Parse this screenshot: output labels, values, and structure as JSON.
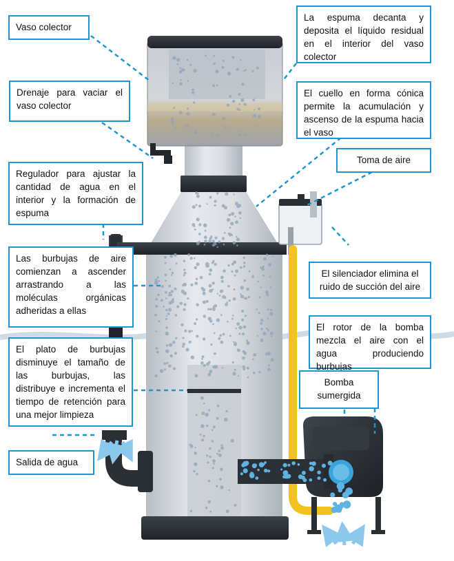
{
  "labels": {
    "vaso_colector": "Vaso colector",
    "drenaje": "Drenaje para vaciar el vaso colector",
    "regulador": "Regulador para ajustar la cantidad de agua en el interior y la formación de espuma",
    "burbujas": "Las burbujas de aire comienzan a ascender arrastrando a las moléculas orgánicas adheridas a ellas",
    "plato": "El plato de burbujas disminuye el tamaño de las burbujas, las distribuye e incrementa el tiempo de retención para una mejor limpieza",
    "salida": "Salida de agua",
    "espuma_decanta": "La espuma decanta y deposita el líquido residual en el interior del vaso colector",
    "cuello": "El cuello en forma cónica permite la acumulación y ascenso de la espuma hacia el vaso",
    "toma_aire": "Toma de aire",
    "silenciador": "El silenciador elimina el ruido de succión del aire",
    "rotor": "El rotor de la bomba mezcla el aire con el agua produciendo burbujas",
    "bomba": "Bomba sumergida"
  },
  "colors": {
    "box_border": "#1e95cf",
    "leader": "#1e95cf",
    "body": "#d4d8de",
    "dark": "#2e3338",
    "tube": "#f2c320",
    "arrow": "#8cc8ec"
  }
}
